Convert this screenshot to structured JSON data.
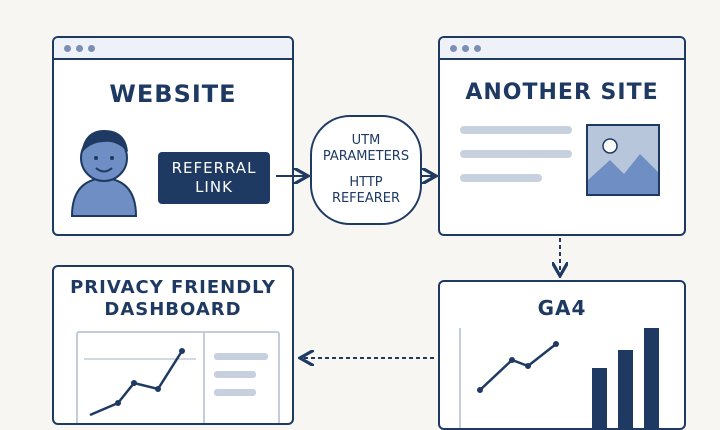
{
  "website": {
    "title": "WEBSITE"
  },
  "referral": {
    "line1": "REFERRAL",
    "line2": "LINK"
  },
  "params": {
    "utm1": "UTM",
    "utm2": "PARAMETERS",
    "http1": "HTTP",
    "http2": "REFEARER"
  },
  "another": {
    "title": "ANOTHER SITE"
  },
  "privacy": {
    "title1": "PRIVACY FRIENDLY",
    "title2": "DASHBOARD"
  },
  "ga4": {
    "title": "GA4"
  },
  "colors": {
    "navy": "#1e3a63",
    "light": "#c7d0de",
    "avatar": "#6f8fc4",
    "bg": "#f7f6f3"
  }
}
